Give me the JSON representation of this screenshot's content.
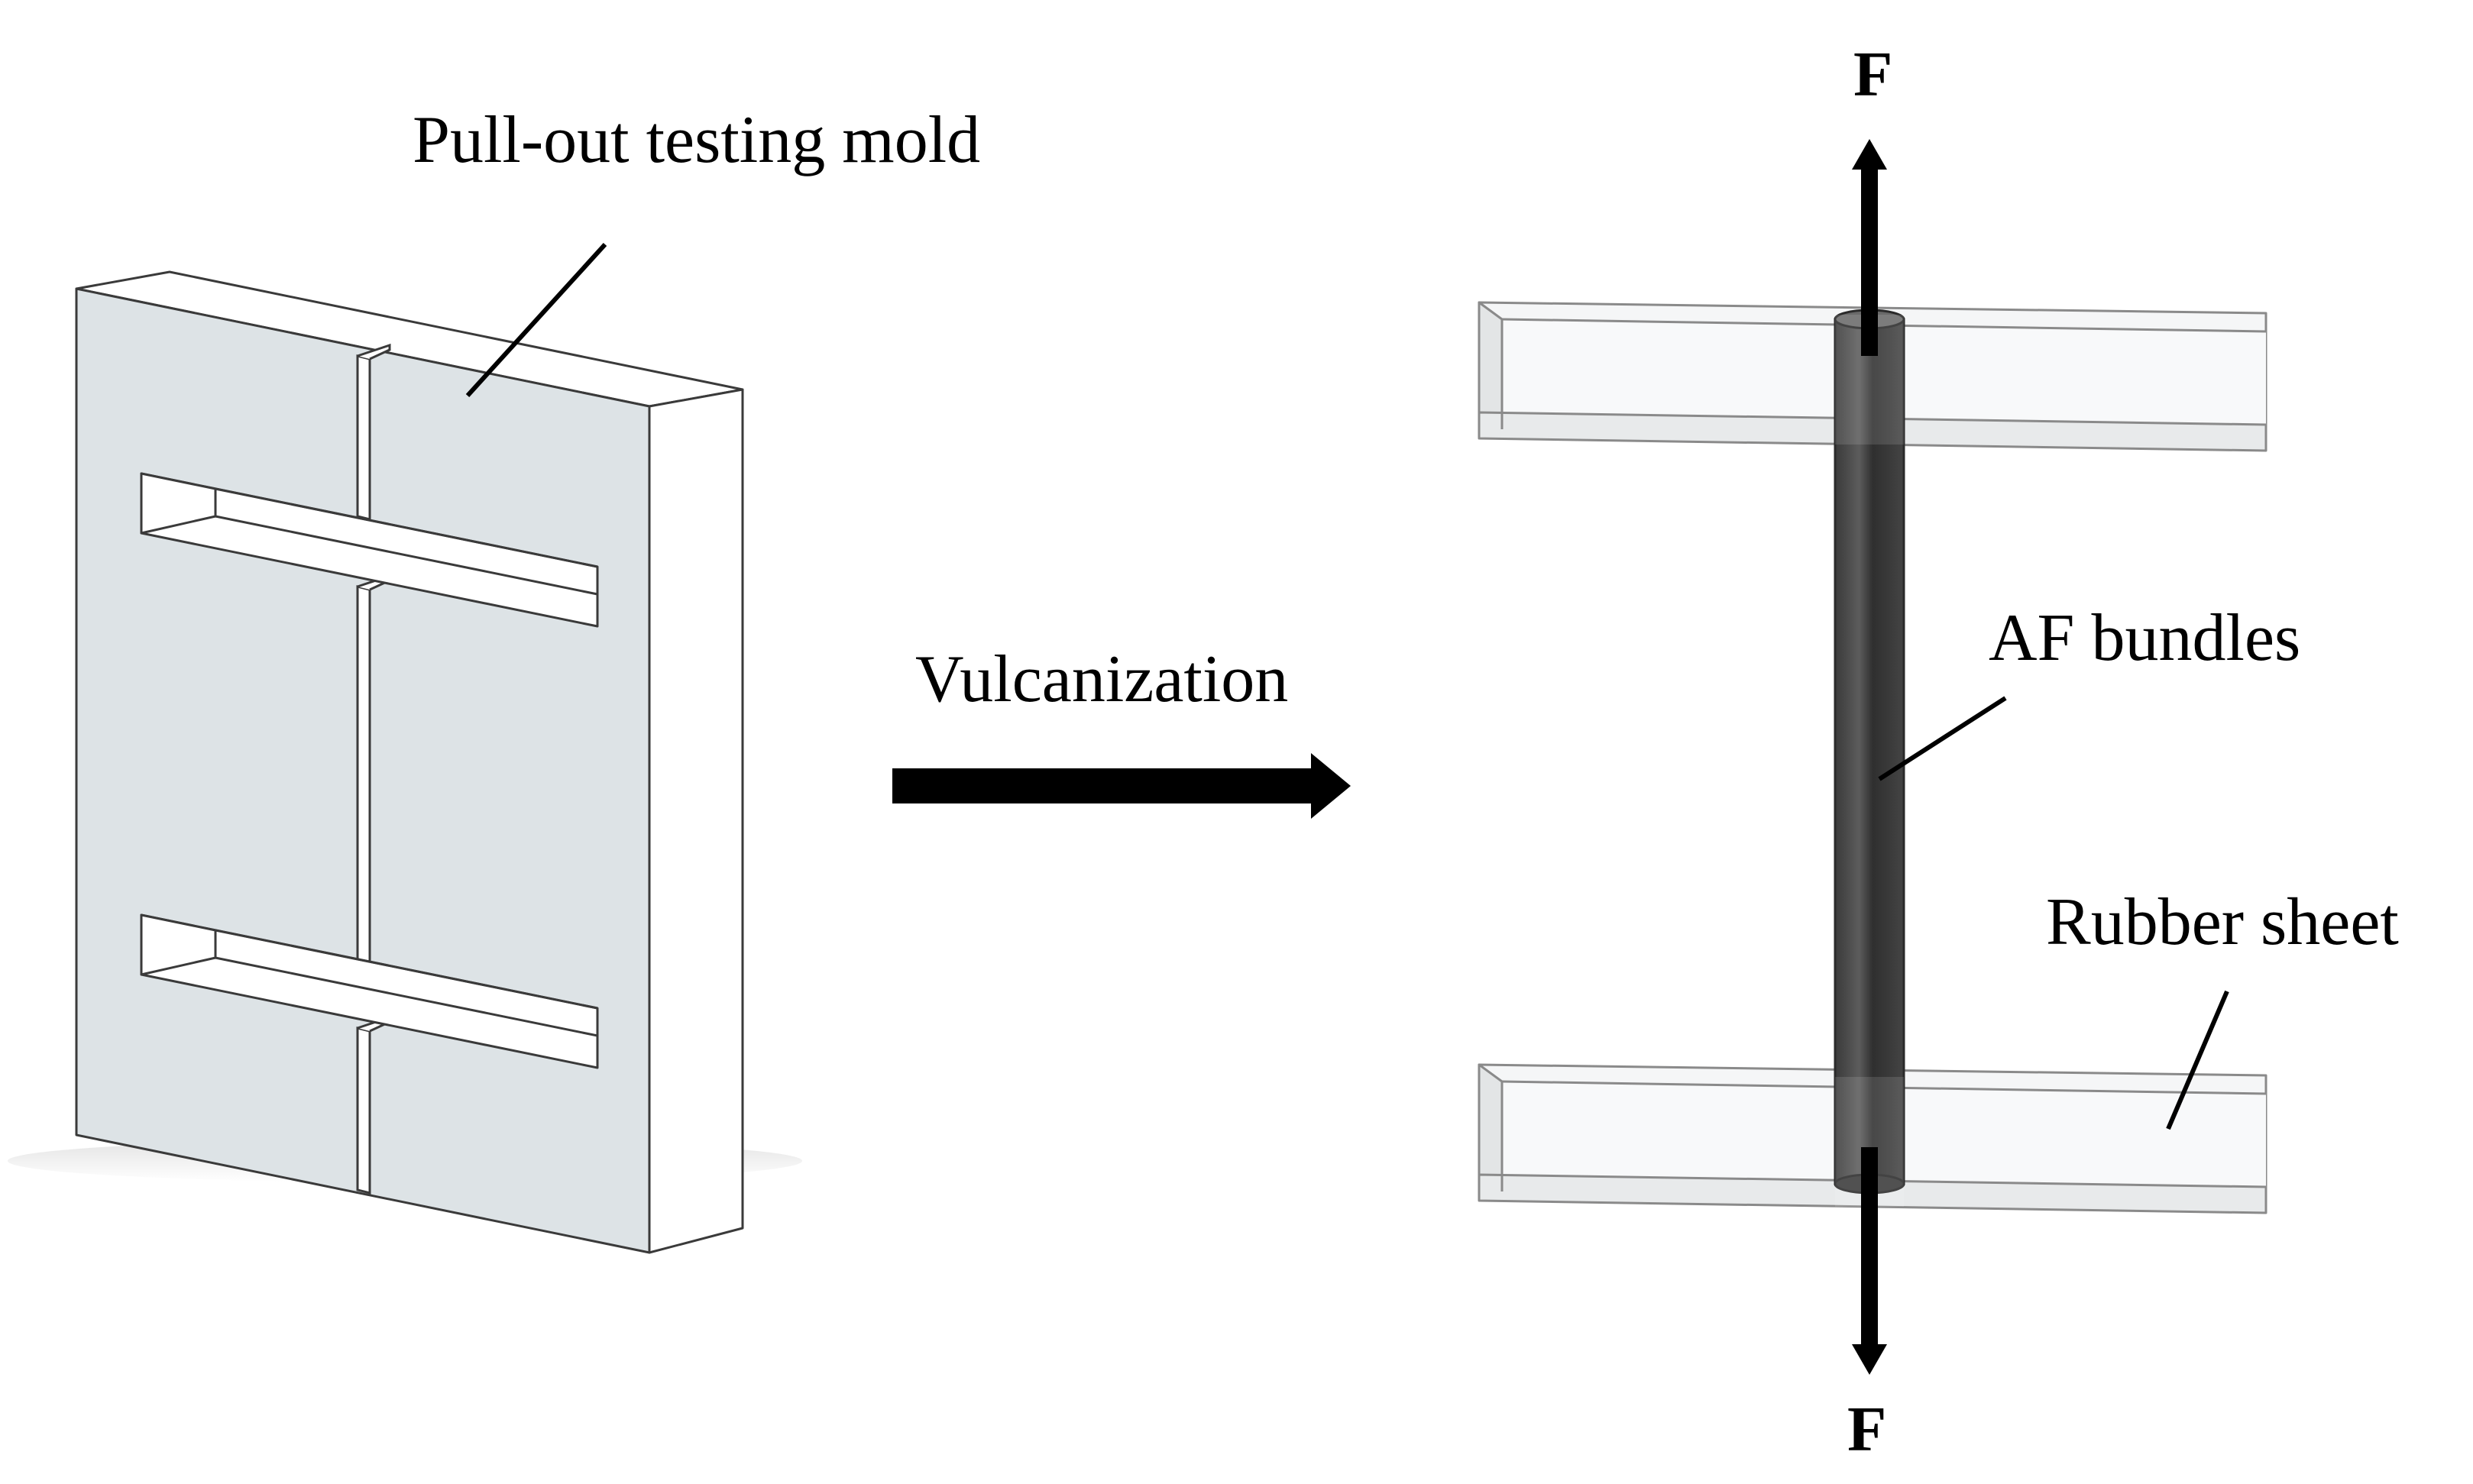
{
  "labels": {
    "mold": "Pull-out testing mold",
    "process": "Vulcanization",
    "fiber": "AF bundles",
    "sheet": "Rubber sheet",
    "force_top": "F",
    "force_bottom": "F"
  },
  "colors": {
    "mold_face": "#dde3e6",
    "mold_side": "#ffffff",
    "outline": "#3a3a3a",
    "sheet_fill": "#f1f3f4",
    "sheet_edge": "#8a8a8a",
    "rod": "#4a4a4a",
    "arrow": "#000000"
  }
}
